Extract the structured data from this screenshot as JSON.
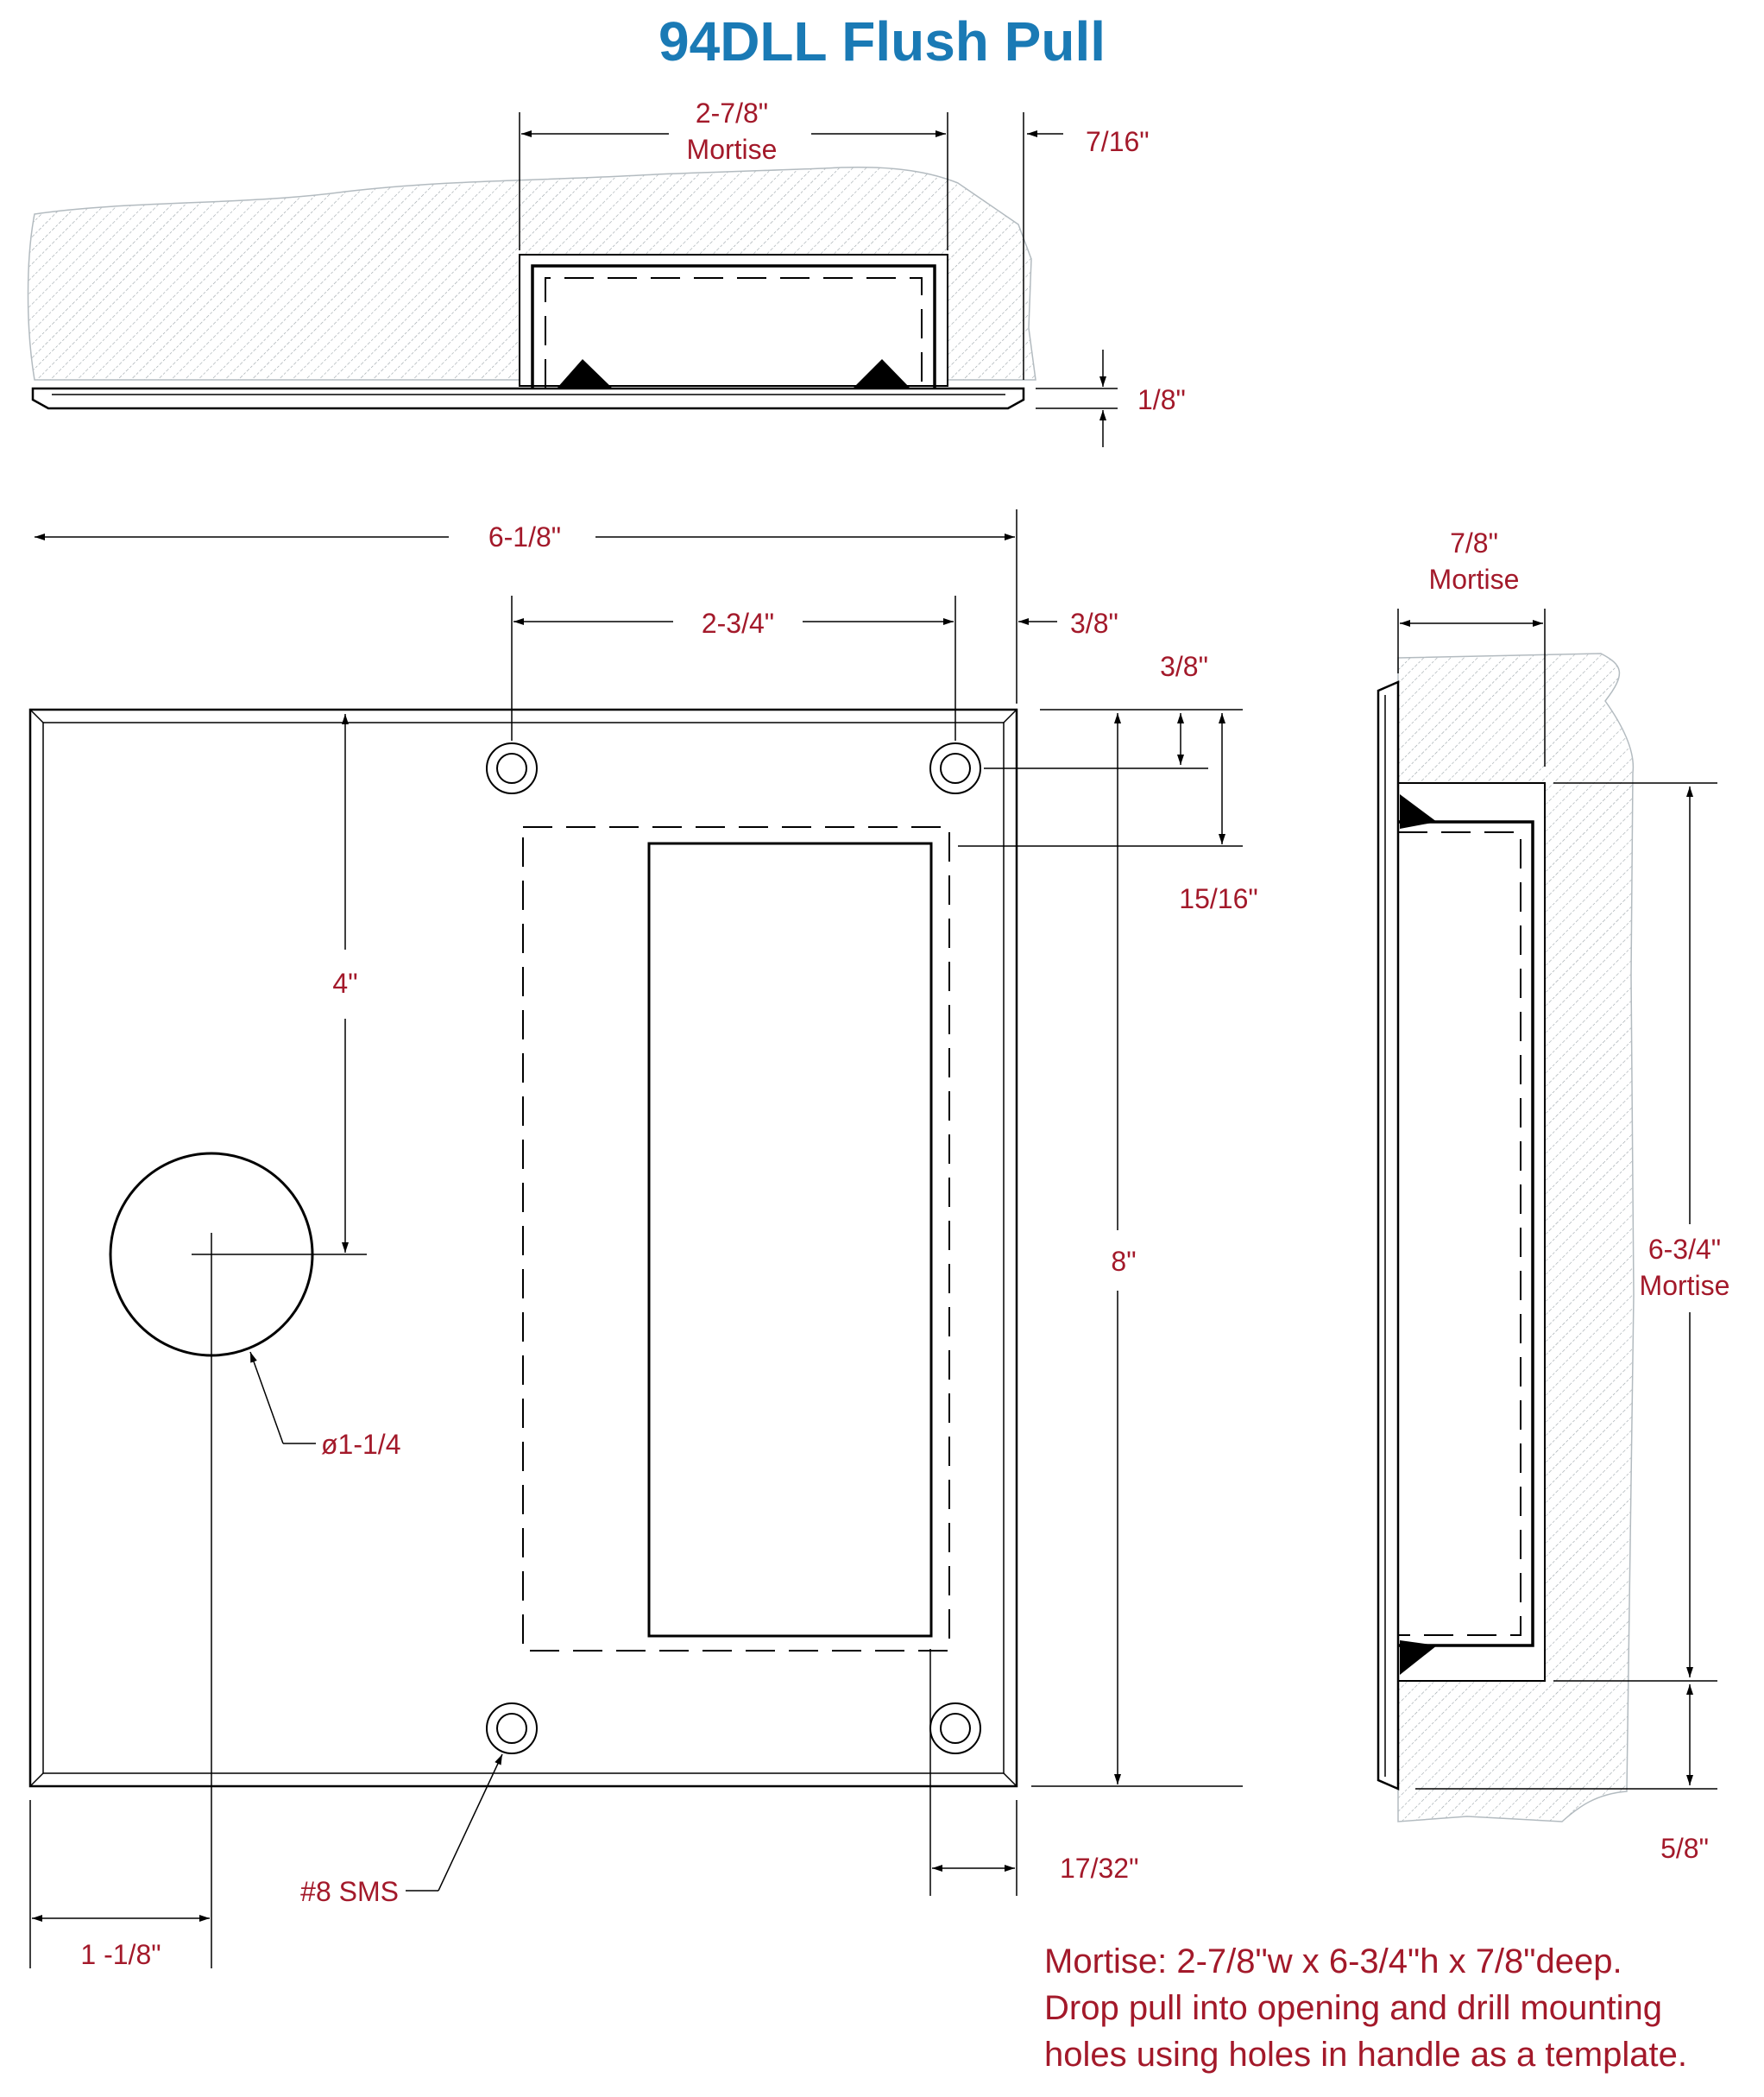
{
  "title": "94DLL Flush Pull",
  "colors": {
    "title": "#1a7ab5",
    "dimension_text": "#a3192a",
    "line": "#000000",
    "hatch": "#9aa3a8"
  },
  "top_view": {
    "mortise_width": "2-7/8\"",
    "mortise_label": "Mortise",
    "edge_offset": "7/16\"",
    "flange_thickness": "1/8\""
  },
  "front_view": {
    "overall_width": "6-1/8\"",
    "hole_spacing": "2-3/4\"",
    "side_offset": "3/8\"",
    "hole_top_offset": "3/8\"",
    "pocket_top_offset": "15/16\"",
    "cylinder_offset": "4\"",
    "overall_height": "8\"",
    "cylinder_diameter": "ø1-1/4",
    "screw_callout": "#8 SMS",
    "bottom_offset": "17/32\"",
    "cylinder_edge_offset": "1 -1/8\""
  },
  "side_view": {
    "mortise_depth": "7/8\"",
    "mortise_depth_label": "Mortise",
    "mortise_height": "6-3/4\"",
    "mortise_height_label": "Mortise",
    "bottom_offset": "5/8\""
  },
  "notes": [
    "Mortise: 2-7/8\"w x 6-3/4\"h x 7/8\"deep.",
    "Drop pull into opening and drill mounting",
    "holes using holes in handle as a template."
  ]
}
